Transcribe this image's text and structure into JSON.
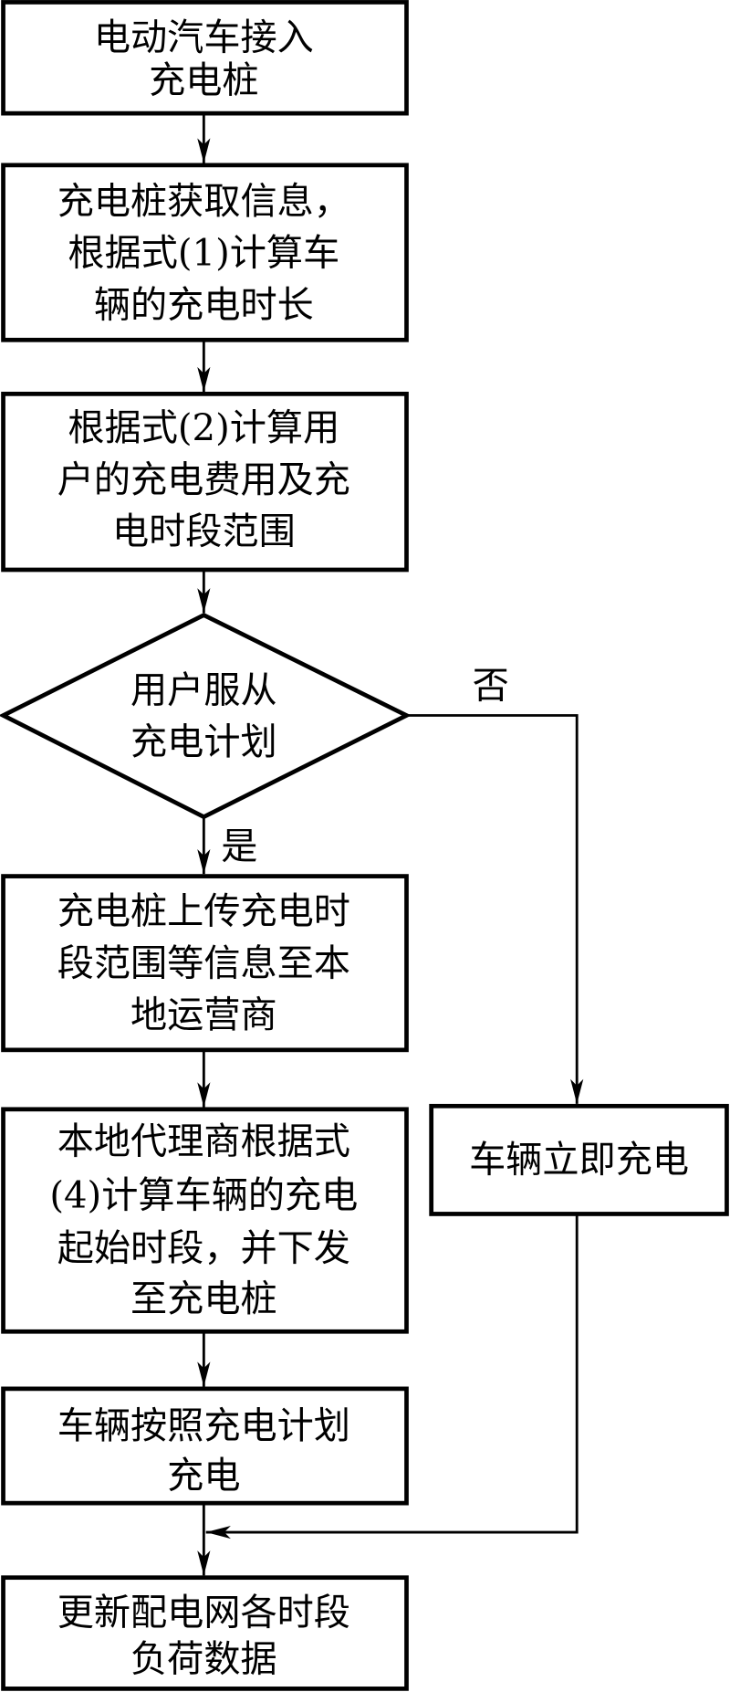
{
  "flowchart": {
    "nodes": [
      {
        "id": "connect",
        "type": "process",
        "lines": [
          "电动汽车接入",
          "充电桩"
        ]
      },
      {
        "id": "duration",
        "type": "process",
        "lines": [
          "充电桩获取信息，",
          "根据式(1)计算车",
          "辆的充电时长"
        ]
      },
      {
        "id": "cost",
        "type": "process",
        "lines": [
          "根据式(2)计算用",
          "户的充电费用及充",
          "电时段范围"
        ]
      },
      {
        "id": "decision",
        "type": "decision",
        "lines": [
          "用户服从",
          "充电计划"
        ]
      },
      {
        "id": "upload",
        "type": "process",
        "lines": [
          "充电桩上传充电时",
          "段范围等信息至本",
          "地运营商"
        ]
      },
      {
        "id": "agent",
        "type": "process",
        "lines": [
          "本地代理商根据式",
          "(4)计算车辆的充电",
          "起始时段，并下发",
          "至充电桩"
        ]
      },
      {
        "id": "immediate",
        "type": "process",
        "lines": [
          "车辆立即充电"
        ]
      },
      {
        "id": "planned",
        "type": "process",
        "lines": [
          "车辆按照充电计划",
          "充电"
        ]
      },
      {
        "id": "update",
        "type": "process",
        "lines": [
          "更新配电网各时段",
          "负荷数据"
        ]
      }
    ],
    "edge_labels": {
      "yes": "是",
      "no": "否"
    },
    "edges": [
      {
        "from": "connect",
        "to": "duration"
      },
      {
        "from": "duration",
        "to": "cost"
      },
      {
        "from": "cost",
        "to": "decision"
      },
      {
        "from": "decision",
        "to": "upload",
        "label": "是"
      },
      {
        "from": "decision",
        "to": "immediate",
        "label": "否"
      },
      {
        "from": "upload",
        "to": "agent"
      },
      {
        "from": "agent",
        "to": "planned"
      },
      {
        "from": "planned",
        "to": "update"
      },
      {
        "from": "immediate",
        "to": "update"
      }
    ]
  }
}
